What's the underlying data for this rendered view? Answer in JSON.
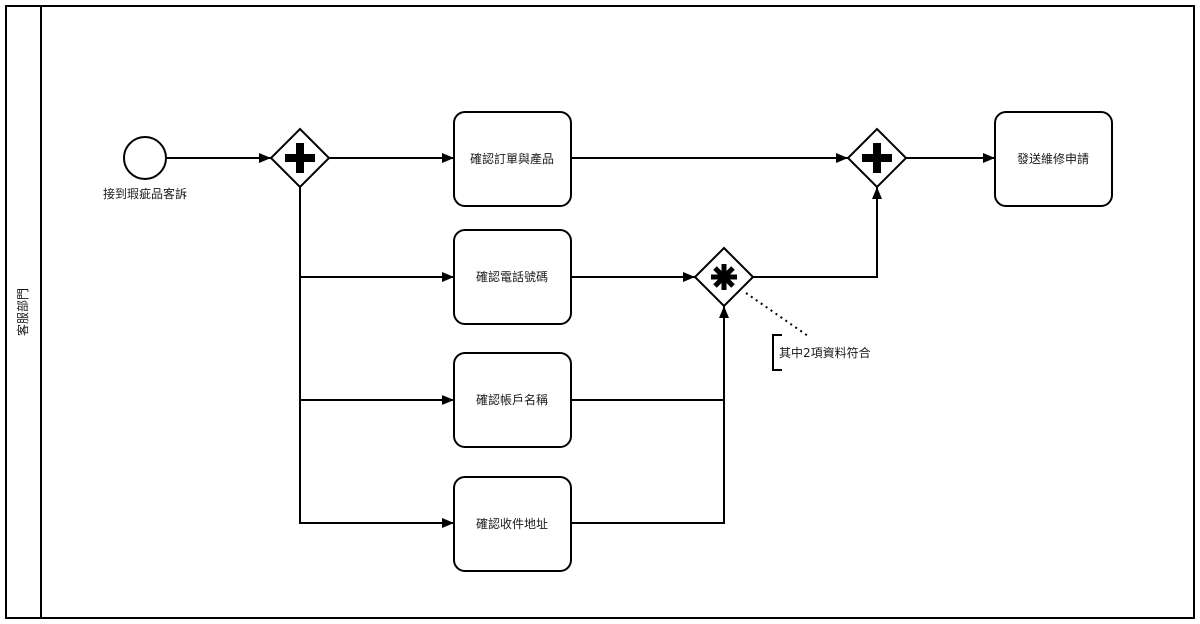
{
  "diagram": {
    "type": "BPMN process",
    "pool": {
      "lane_label": "客服部門"
    },
    "start_event": {
      "label": "接到瑕疵品客訴"
    },
    "gateways": [
      {
        "id": "split",
        "kind": "parallel",
        "marker": "plus-icon"
      },
      {
        "id": "complex",
        "kind": "complex",
        "marker": "asterisk-icon"
      },
      {
        "id": "join",
        "kind": "parallel",
        "marker": "plus-icon"
      }
    ],
    "tasks": [
      {
        "id": "t1",
        "label": "確認訂單與產品"
      },
      {
        "id": "t2",
        "label": "確認電話號碼"
      },
      {
        "id": "t3",
        "label": "確認帳戶名稱"
      },
      {
        "id": "t4",
        "label": "確認收件地址"
      },
      {
        "id": "t5",
        "label": "發送維修申請"
      }
    ],
    "annotation": {
      "text": "其中2項資料符合"
    },
    "flows": [
      [
        "start",
        "split"
      ],
      [
        "split",
        "t1"
      ],
      [
        "split",
        "t2"
      ],
      [
        "split",
        "t3"
      ],
      [
        "split",
        "t4"
      ],
      [
        "t1",
        "join"
      ],
      [
        "t2",
        "complex"
      ],
      [
        "t3",
        "complex"
      ],
      [
        "t4",
        "complex"
      ],
      [
        "complex",
        "join"
      ],
      [
        "join",
        "t5"
      ]
    ],
    "colors": {
      "stroke": "#000000",
      "fill": "#ffffff",
      "text": "#1a1a1a"
    }
  }
}
